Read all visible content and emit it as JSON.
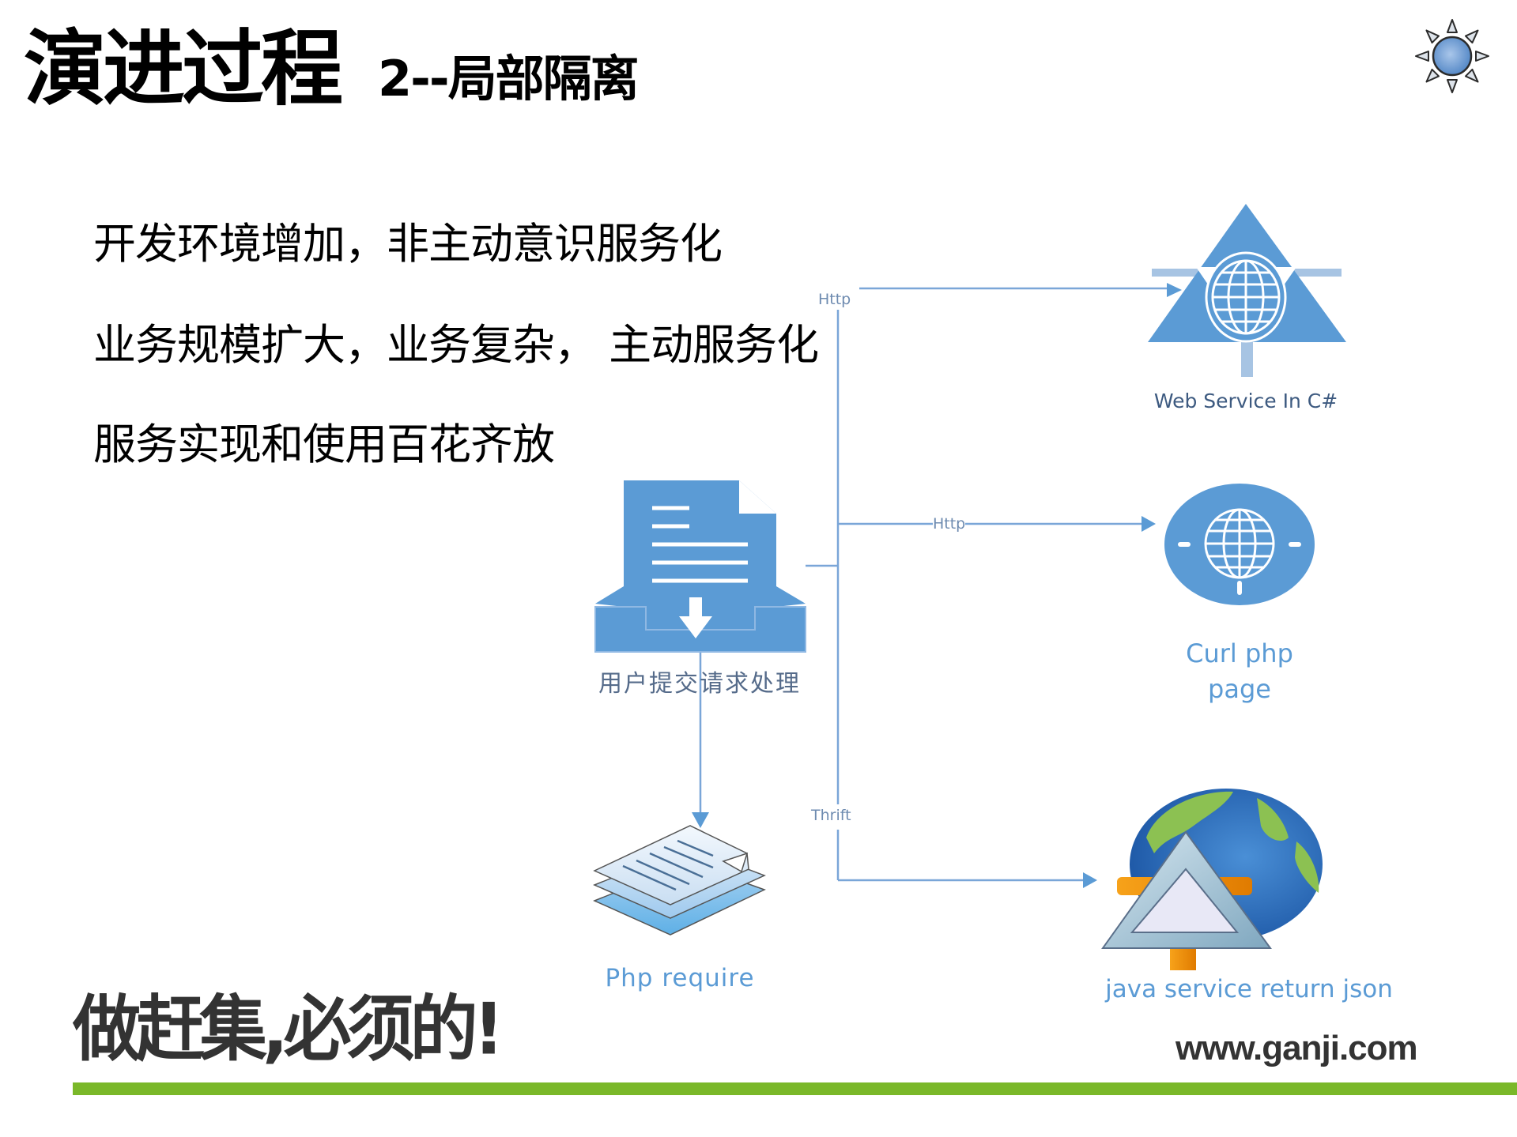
{
  "slide": {
    "title": "演进过程",
    "subtitle": "2--局部隔离",
    "bullets": [
      "开发环境增加，非主动意识服务化",
      "业务规模扩大，业务复杂，  主动服务化",
      "服务实现和使用百花齐放"
    ],
    "footer": {
      "slogan": "做赶集,必须的!",
      "website": "www.ganji.com"
    },
    "colors": {
      "accent_blue": "#5b9bd5",
      "line_blue": "#7aa6d8",
      "footer_green": "#7ab829",
      "label_dark_blue": "#3d5a80"
    }
  },
  "diagram": {
    "nodes": {
      "source": {
        "label": "用户提交请求处理",
        "icon": "document-inbox-icon"
      },
      "web_service": {
        "label": "Web Service In C#",
        "icon": "triangle-globe-icon"
      },
      "curl_php": {
        "label_line1": "Curl php",
        "label_line2": "page",
        "icon": "circle-globe-icon"
      },
      "php_require": {
        "label": "Php require",
        "icon": "stacked-pages-icon"
      },
      "java_service": {
        "label": "java service return json",
        "icon": "globe-triangle-icon"
      }
    },
    "edges": {
      "to_web_service": "Http",
      "to_curl_php": "Http",
      "to_java_service": "Thrift"
    }
  }
}
